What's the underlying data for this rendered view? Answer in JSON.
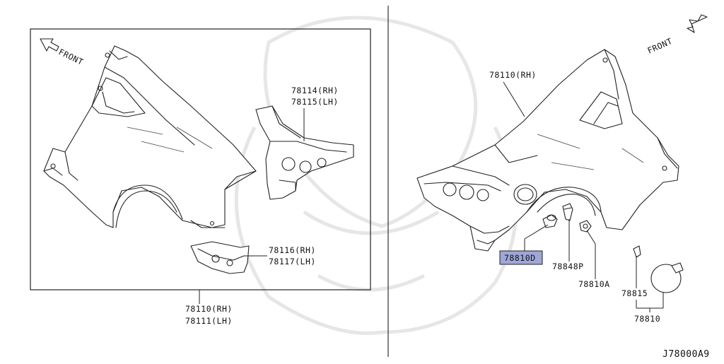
{
  "diagram": {
    "code": "J78000A9",
    "front_label_left": "FRONT",
    "front_label_right": "FRONT",
    "labels": {
      "p78114": "78114(RH)",
      "p78115": "78115(LH)",
      "p78116": "78116(RH)",
      "p78117": "78117(LH)",
      "p78110_left": "78110(RH)",
      "p78111": "78111(LH)",
      "p78110_right": "78110(RH)",
      "p78810D": "78810D",
      "p78848P": "78848P",
      "p78810A": "78810A",
      "p78815": "78815",
      "p78810": "78810"
    },
    "highlight_color": "#9ea7d8"
  }
}
